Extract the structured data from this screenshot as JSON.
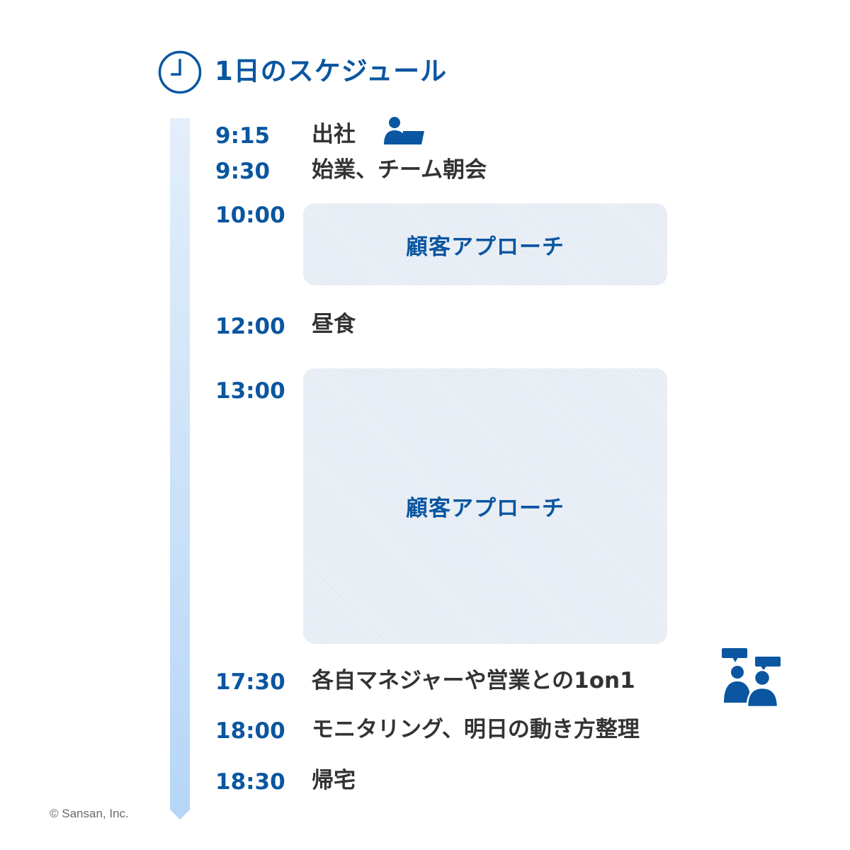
{
  "header": {
    "title": "1日のスケジュール",
    "icon": "clock-icon"
  },
  "colors": {
    "accent": "#0a56a0",
    "text": "#333333",
    "timeline_top": "#e3eef9",
    "timeline_bottom": "#b6d6f7",
    "block_background": "#edf2f8"
  },
  "schedule": [
    {
      "time": "9:15",
      "label": "出社",
      "icon": "person-at-laptop-icon"
    },
    {
      "time": "9:30",
      "label": "始業、チーム朝会"
    },
    {
      "time": "10:00",
      "block_label": "顧客アプローチ"
    },
    {
      "time": "12:00",
      "label": "昼食"
    },
    {
      "time": "13:00",
      "block_label": "顧客アプローチ"
    },
    {
      "time": "17:30",
      "label": "各自マネジャーや営業との1on1",
      "icon": "meeting-people-icon"
    },
    {
      "time": "18:00",
      "label": "モニタリング、明日の動き方整理"
    },
    {
      "time": "18:30",
      "label": "帰宅"
    }
  ],
  "footer": {
    "copyright": "© Sansan, Inc."
  }
}
